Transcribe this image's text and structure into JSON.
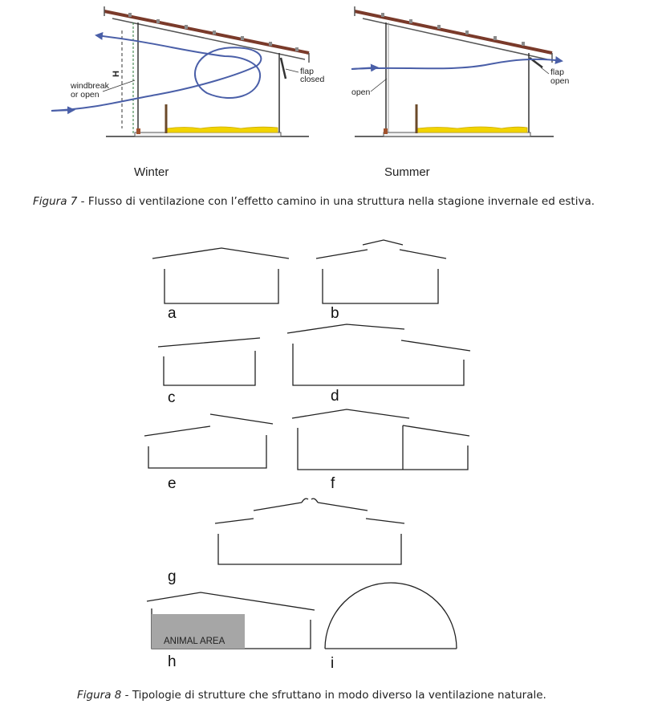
{
  "figure7": {
    "winter": {
      "title": "Winter",
      "windbreak_label_1": "windbreak",
      "windbreak_label_2": "or open",
      "flap_label_1": "flap",
      "flap_label_2": "closed",
      "height_label": "H"
    },
    "summer": {
      "title": "Summer",
      "open_label": "open",
      "flap_label_1": "flap",
      "flap_label_2": "open"
    },
    "caption_prefix": "Figura 7",
    "caption_text": " - Flusso di ventilazione con l’effetto camino in una struttura nella stagione invernale ed estiva."
  },
  "figure8": {
    "letters": {
      "a": "a",
      "b": "b",
      "c": "c",
      "d": "d",
      "e": "e",
      "f": "f",
      "g": "g",
      "h": "h",
      "i": "i"
    },
    "animal_area_label": "ANIMAL AREA",
    "caption_prefix": "Figura 8",
    "caption_text": " - Tipologie di strutture che sfruttano in modo diverso la ventilazione naturale."
  },
  "colors": {
    "line": "#222222",
    "roof": "#7a3a2a",
    "airflow": "#4a5fa8",
    "bedding": "#f2d400",
    "animal_area": "#a6a6a6"
  }
}
